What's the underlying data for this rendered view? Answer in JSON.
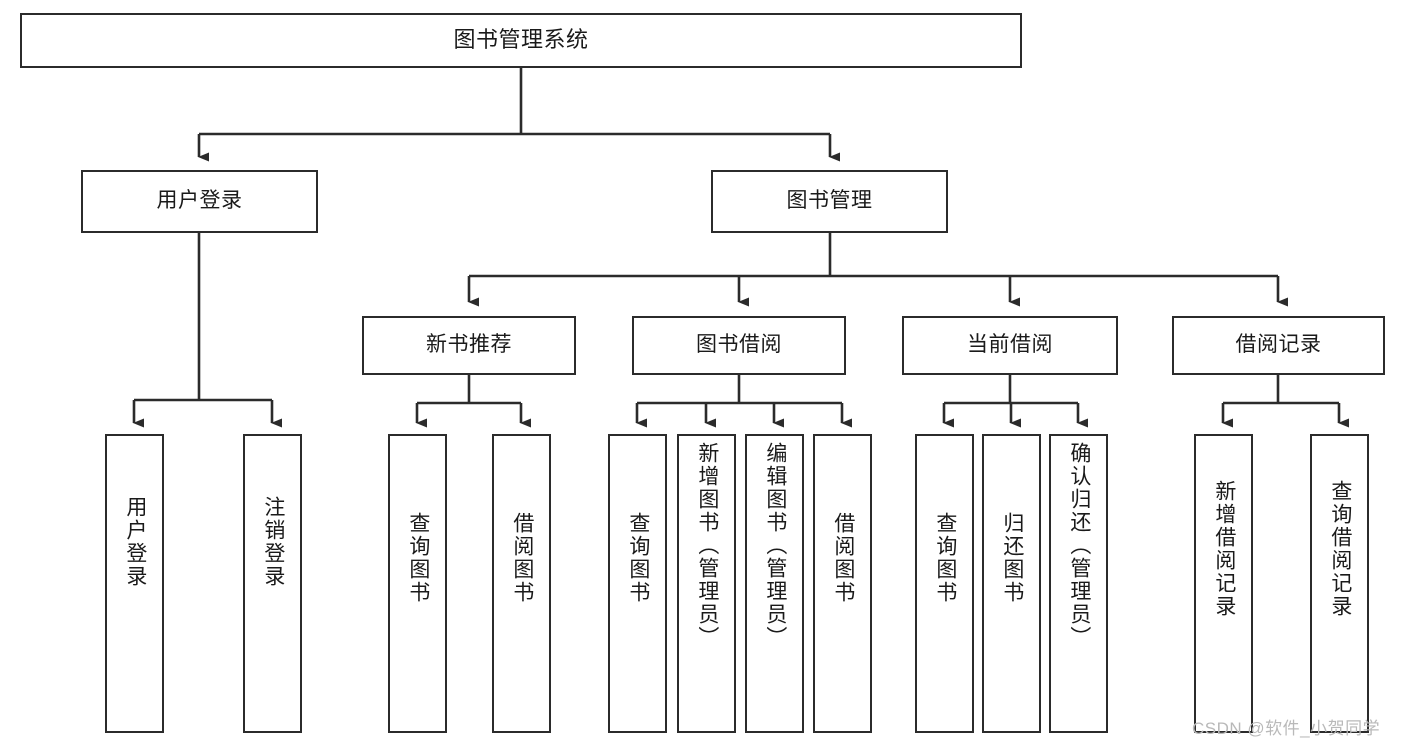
{
  "diagram": {
    "title": "图书管理系统",
    "type": "functional-structure-tree",
    "colors": {
      "box_border": "#2b2b2b",
      "box_fill": "#ffffff",
      "connector": "#2b2b2b",
      "text": "#1a1a1a",
      "watermark": "#b9b9b9",
      "background": "#ffffff"
    },
    "root": {
      "label": "图书管理系统"
    },
    "level2": [
      {
        "label": "用户登录"
      },
      {
        "label": "图书管理"
      }
    ],
    "level3": [
      {
        "label": "新书推荐"
      },
      {
        "label": "图书借阅"
      },
      {
        "label": "当前借阅"
      },
      {
        "label": "借阅记录"
      }
    ],
    "leaves_user_login": [
      {
        "label": "用户登录"
      },
      {
        "label": "注销登录"
      }
    ],
    "leaves_new_book": [
      {
        "label": "查询图书"
      },
      {
        "label": "借阅图书"
      }
    ],
    "leaves_book_borrow": [
      {
        "label": "查询图书"
      },
      {
        "label": "新增图书（管理员）"
      },
      {
        "label": "编辑图书（管理员）"
      },
      {
        "label": "借阅图书"
      }
    ],
    "leaves_current_borrow": [
      {
        "label": "查询图书"
      },
      {
        "label": "归还图书"
      },
      {
        "label": "确认归还（管理员）"
      }
    ],
    "leaves_borrow_record": [
      {
        "label": "新增借阅记录"
      },
      {
        "label": "查询借阅记录"
      }
    ],
    "watermark": "CSDN @软件_小贺同学"
  }
}
